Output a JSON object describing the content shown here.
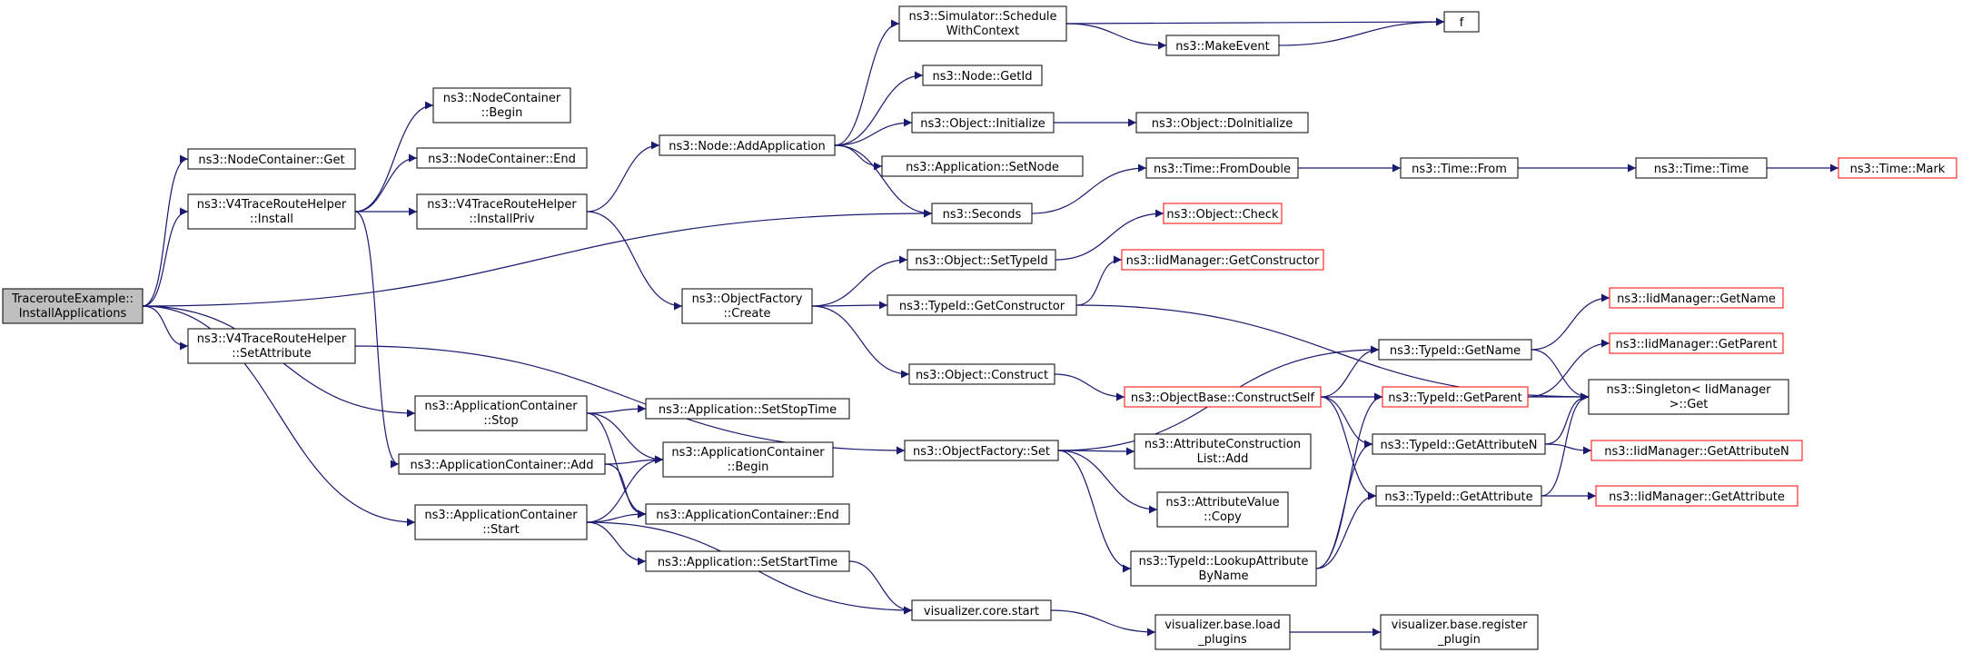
{
  "colors": {
    "edge": "#191970",
    "truncated_border": "#ff0000",
    "current_fill": "#bfbfbf",
    "node_border": "#000000"
  },
  "nodes": [
    {
      "id": "root",
      "lines": [
        "TracerouteExample::",
        "InstallApplications"
      ],
      "current": true
    },
    {
      "id": "nc_get",
      "lines": [
        "ns3::NodeContainer::Get"
      ]
    },
    {
      "id": "v4_install",
      "lines": [
        "ns3::V4TraceRouteHelper",
        "::Install"
      ]
    },
    {
      "id": "v4_setattr",
      "lines": [
        "ns3::V4TraceRouteHelper",
        "::SetAttribute"
      ]
    },
    {
      "id": "ac_stop",
      "lines": [
        "ns3::ApplicationContainer",
        "::Stop"
      ]
    },
    {
      "id": "ac_add",
      "lines": [
        "ns3::ApplicationContainer::Add"
      ]
    },
    {
      "id": "ac_start",
      "lines": [
        "ns3::ApplicationContainer",
        "::Start"
      ]
    },
    {
      "id": "nc_begin",
      "lines": [
        "ns3::NodeContainer",
        "::Begin"
      ]
    },
    {
      "id": "nc_end",
      "lines": [
        "ns3::NodeContainer::End"
      ]
    },
    {
      "id": "v4_installpriv",
      "lines": [
        "ns3::V4TraceRouteHelper",
        "::InstallPriv"
      ]
    },
    {
      "id": "app_setstop",
      "lines": [
        "ns3::Application::SetStopTime"
      ]
    },
    {
      "id": "ac_begin",
      "lines": [
        "ns3::ApplicationContainer",
        "::Begin"
      ]
    },
    {
      "id": "ac_end",
      "lines": [
        "ns3::ApplicationContainer::End"
      ]
    },
    {
      "id": "app_setstart",
      "lines": [
        "ns3::Application::SetStartTime"
      ]
    },
    {
      "id": "node_addapp",
      "lines": [
        "ns3::Node::AddApplication"
      ]
    },
    {
      "id": "of_create",
      "lines": [
        "ns3::ObjectFactory",
        "::Create"
      ]
    },
    {
      "id": "of_set",
      "lines": [
        "ns3::ObjectFactory::Set"
      ]
    },
    {
      "id": "vis_start",
      "lines": [
        "visualizer.core.start"
      ]
    },
    {
      "id": "sim_sched",
      "lines": [
        "ns3::Simulator::Schedule",
        "WithContext"
      ]
    },
    {
      "id": "node_getid",
      "lines": [
        "ns3::Node::GetId"
      ]
    },
    {
      "id": "obj_init",
      "lines": [
        "ns3::Object::Initialize"
      ]
    },
    {
      "id": "app_setnode",
      "lines": [
        "ns3::Application::SetNode"
      ]
    },
    {
      "id": "seconds",
      "lines": [
        "ns3::Seconds"
      ]
    },
    {
      "id": "obj_settypeid",
      "lines": [
        "ns3::Object::SetTypeId"
      ]
    },
    {
      "id": "typeid_getctor",
      "lines": [
        "ns3::TypeId::GetConstructor"
      ]
    },
    {
      "id": "obj_construct",
      "lines": [
        "ns3::Object::Construct"
      ]
    },
    {
      "id": "makeevent",
      "lines": [
        "ns3::MakeEvent"
      ]
    },
    {
      "id": "obj_doinit",
      "lines": [
        "ns3::Object::DoInitialize"
      ]
    },
    {
      "id": "time_fromdouble",
      "lines": [
        "ns3::Time::FromDouble"
      ]
    },
    {
      "id": "obj_check",
      "lines": [
        "ns3::Object::Check"
      ],
      "truncated": true
    },
    {
      "id": "iid_getctor",
      "lines": [
        "ns3::IidManager::GetConstructor"
      ],
      "truncated": true
    },
    {
      "id": "objbase_construct",
      "lines": [
        "ns3::ObjectBase::ConstructSelf"
      ],
      "truncated": true
    },
    {
      "id": "attr_list_add",
      "lines": [
        "ns3::AttributeConstruction",
        "List::Add"
      ]
    },
    {
      "id": "attr_copy",
      "lines": [
        "ns3::AttributeValue",
        "::Copy"
      ]
    },
    {
      "id": "typeid_lookup",
      "lines": [
        "ns3::TypeId::LookupAttribute",
        "ByName"
      ]
    },
    {
      "id": "vis_load",
      "lines": [
        "visualizer.base.load",
        "_plugins"
      ]
    },
    {
      "id": "f",
      "lines": [
        "f"
      ]
    },
    {
      "id": "time_from",
      "lines": [
        "ns3::Time::From"
      ]
    },
    {
      "id": "typeid_getname",
      "lines": [
        "ns3::TypeId::GetName"
      ]
    },
    {
      "id": "typeid_getparent",
      "lines": [
        "ns3::TypeId::GetParent"
      ],
      "truncated": true
    },
    {
      "id": "typeid_getattrn",
      "lines": [
        "ns3::TypeId::GetAttributeN"
      ]
    },
    {
      "id": "typeid_getattr",
      "lines": [
        "ns3::TypeId::GetAttribute"
      ]
    },
    {
      "id": "vis_register",
      "lines": [
        "visualizer.base.register",
        "_plugin"
      ]
    },
    {
      "id": "time_time",
      "lines": [
        "ns3::Time::Time"
      ]
    },
    {
      "id": "iid_getname",
      "lines": [
        "ns3::IidManager::GetName"
      ],
      "truncated": true
    },
    {
      "id": "iid_getparent",
      "lines": [
        "ns3::IidManager::GetParent"
      ],
      "truncated": true
    },
    {
      "id": "singleton_get",
      "lines": [
        "ns3::Singleton< IidManager",
        ">::Get"
      ]
    },
    {
      "id": "iid_getattrn",
      "lines": [
        "ns3::IidManager::GetAttributeN"
      ],
      "truncated": true
    },
    {
      "id": "iid_getattr",
      "lines": [
        "ns3::IidManager::GetAttribute"
      ],
      "truncated": true
    },
    {
      "id": "time_mark",
      "lines": [
        "ns3::Time::Mark"
      ],
      "truncated": true
    }
  ]
}
